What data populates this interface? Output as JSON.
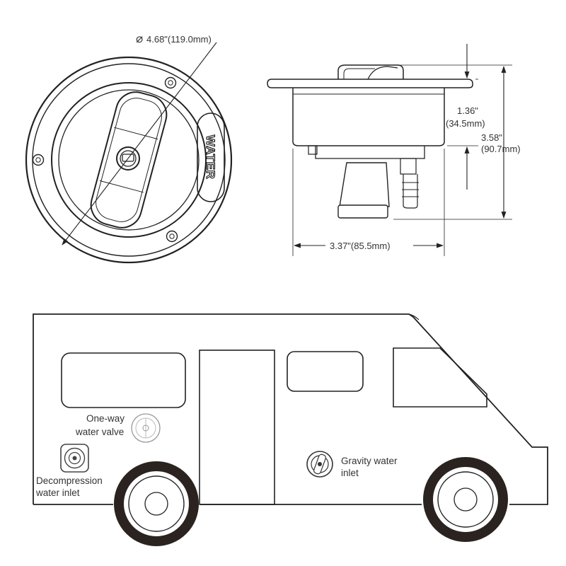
{
  "dimensions": {
    "diameter": "4.68\"(119.0mm)",
    "diameter_symbol": "⌀",
    "flange_height_in": "1.36\"",
    "flange_height_mm": "(34.5mm)",
    "total_height_in": "3.58\"",
    "total_height_mm": "(90.7mm)",
    "body_width": "3.37\"(85.5mm)"
  },
  "cap_label": "WATER",
  "vehicle_labels": {
    "one_way_valve": [
      "One-way",
      "water valve"
    ],
    "decompression_inlet": [
      "Decompression",
      "water inlet"
    ],
    "gravity_inlet": [
      "Gravity water",
      "inlet"
    ]
  },
  "colors": {
    "line": "#222222",
    "text": "#333333",
    "tire": "#2a2320",
    "background": "#ffffff"
  }
}
